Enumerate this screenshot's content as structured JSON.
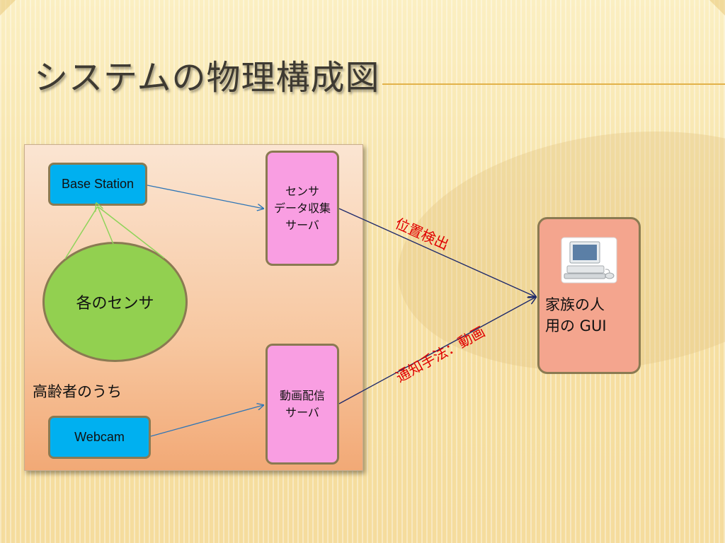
{
  "slide": {
    "title": "システムの物理構成図"
  },
  "home": {
    "label": "高齢者のうち",
    "base_station": "Base Station",
    "sensors": "各のセンサ",
    "webcam": "Webcam"
  },
  "servers": {
    "sensor_server_lines": [
      "センサ",
      "データ収集",
      "サーバ"
    ],
    "video_server_lines": [
      "動画配信",
      "サーバ"
    ]
  },
  "family_gui": {
    "lines": [
      "家族の人",
      "用の GUI"
    ],
    "icon": "desktop-computer-icon"
  },
  "flows": {
    "position_detection": "位置検出",
    "notification_method": "通知手法：動画"
  },
  "colors": {
    "device_blue": "#00b0f0",
    "server_pink": "#f99ee2",
    "sensor_green": "#92d050",
    "gui_salmon": "#f4a58e",
    "flow_label_red": "#e00000",
    "arrow_blue": "#2e75b6",
    "arrow_navy": "#1f2a6b"
  }
}
